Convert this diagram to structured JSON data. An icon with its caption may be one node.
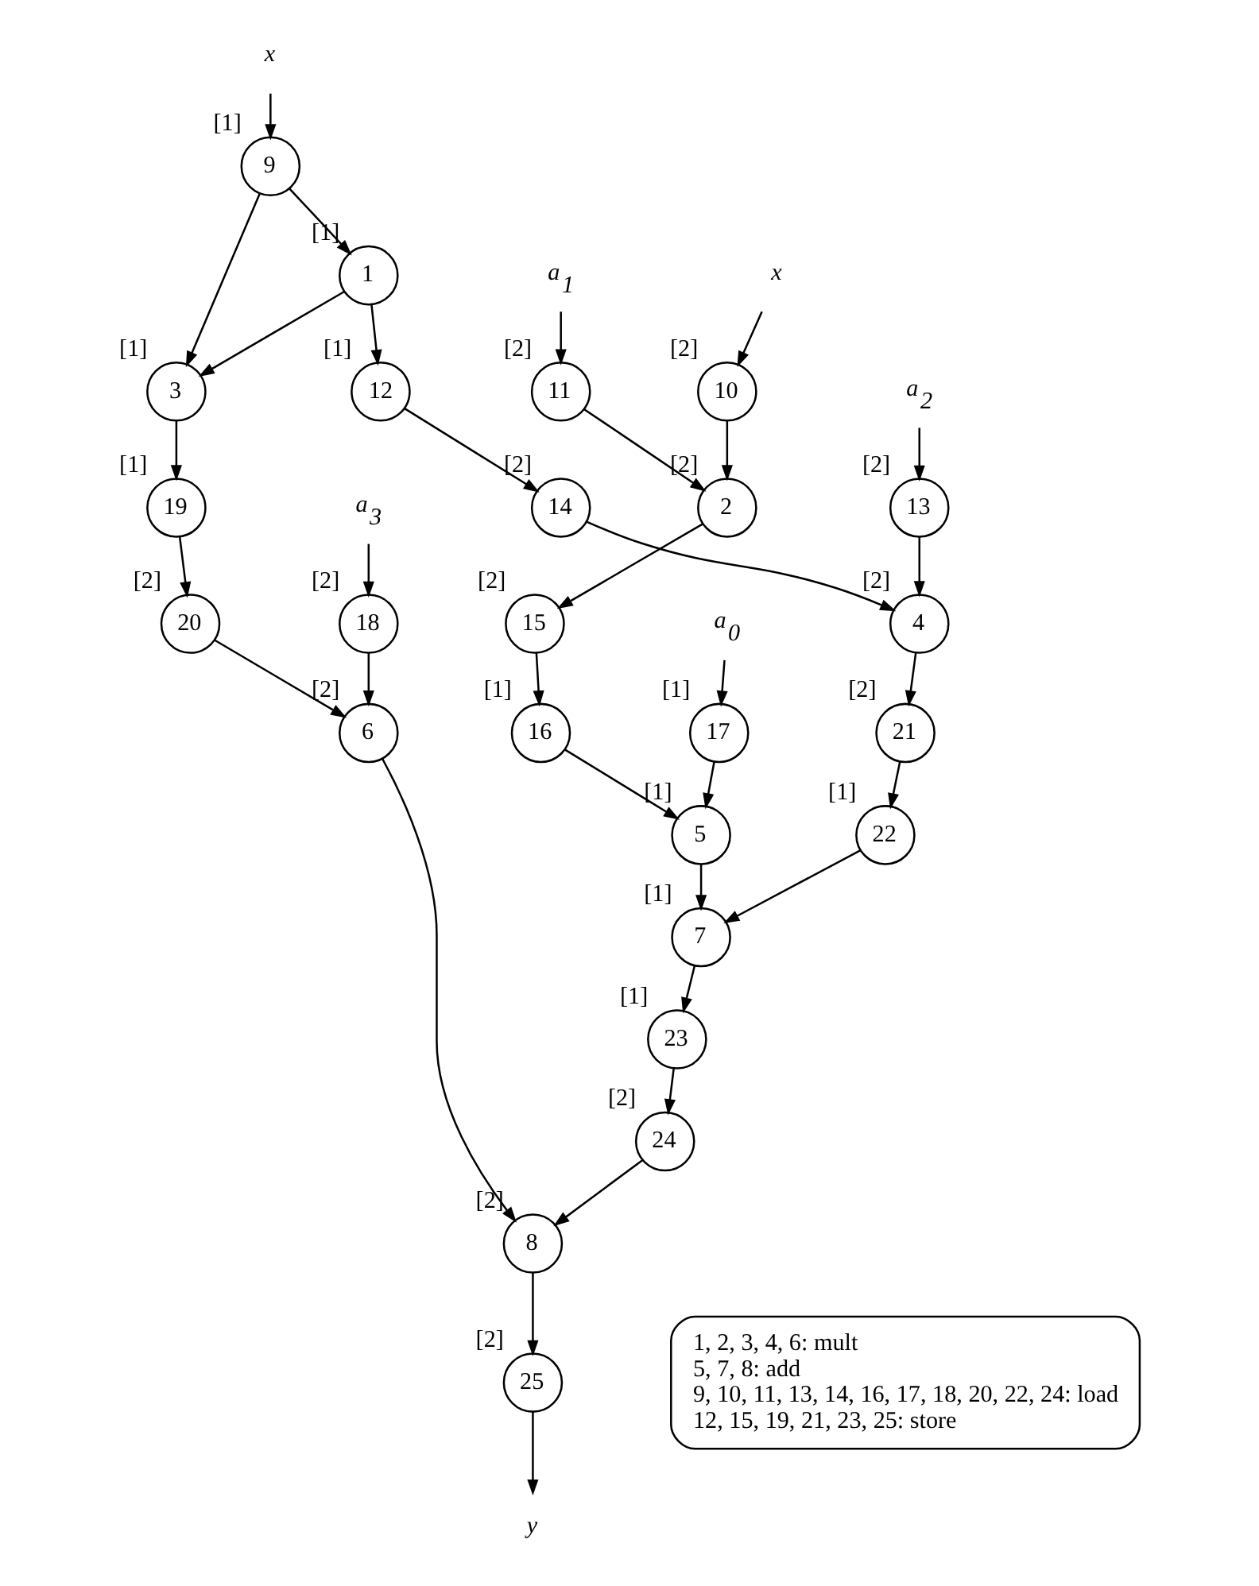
{
  "diagram": {
    "nodes": [
      {
        "text": [
          "x"
        ]
      },
      {
        "text": [
          "9"
        ],
        "beside": [
          "[1]"
        ]
      },
      {
        "text": [
          "1"
        ],
        "beside": [
          "[1]"
        ]
      },
      {
        "text": [
          "x"
        ]
      },
      {
        "text": [
          "a$_{1}$"
        ]
      },
      {
        "text": [
          "10"
        ],
        "beside": [
          "[2]"
        ]
      },
      {
        "text": [
          "11"
        ],
        "beside": [
          "[2]"
        ]
      },
      {
        "text": [
          "2"
        ],
        "beside": [
          "[2]"
        ]
      },
      {
        "text": [
          "a$_{2}$"
        ]
      },
      {
        "text": [
          "12"
        ],
        "beside": [
          "[1]"
        ]
      },
      {
        "text": [
          "13"
        ],
        "beside": [
          "[2]"
        ]
      },
      {
        "text": [
          "3"
        ],
        "beside": [
          "[1]"
        ]
      },
      {
        "text": [
          "14"
        ],
        "beside": [
          "[2]"
        ]
      },
      {
        "text": [
          "15"
        ],
        "beside": [
          "[2]"
        ]
      },
      {
        "text": [
          "a$_{0}$"
        ]
      },
      {
        "text": [
          "17"
        ],
        "beside": [
          "[1]"
        ]
      },
      {
        "text": [
          "4"
        ],
        "beside": [
          "[2]"
        ]
      },
      {
        "text": [
          "16"
        ],
        "beside": [
          "[1]"
        ]
      },
      {
        "text": [
          "a$_{3}$"
        ]
      },
      {
        "text": [
          "19"
        ],
        "beside": [
          "[1]"
        ]
      },
      {
        "text": [
          "21"
        ],
        "beside": [
          "[2]"
        ]
      },
      {
        "text": [
          "18"
        ],
        "beside": [
          "[2]"
        ]
      },
      {
        "text": [
          "5"
        ],
        "beside": [
          "[1]"
        ]
      },
      {
        "text": [
          "22"
        ],
        "beside": [
          "[1]"
        ]
      },
      {
        "text": [
          "20"
        ],
        "beside": [
          "[2]"
        ]
      },
      {
        "text": [
          "7"
        ],
        "beside": [
          "[1]"
        ]
      },
      {
        "text": [
          "6"
        ],
        "beside": [
          "[2]"
        ]
      },
      {
        "text": [
          "23"
        ],
        "beside": [
          "[1]"
        ]
      },
      {
        "text": [
          "24"
        ],
        "beside": [
          "[2]"
        ]
      },
      {
        "text": [
          "8"
        ],
        "beside": [
          "[2]"
        ]
      },
      {
        "text": [
          "1, 2, 3, 4, 6: mult",
          "5, 7, 8: add",
          "9, 10, 11, 13, 14, 16, 17, 18, 20, 22, 24: load",
          "12, 15, 19, 21, 23, 25: store"
        ]
      },
      {
        "text": [
          "25"
        ],
        "beside": [
          "[2]"
        ]
      },
      {
        "text": [
          "y"
        ]
      }
    ],
    "edges": [
      {
        "from": 0,
        "to": 1,
        "arrow": "to"
      },
      {
        "from": 1,
        "to": 2,
        "arrow": "to"
      },
      {
        "from": 1,
        "to": 11,
        "arrow": "to"
      },
      {
        "from": 2,
        "to": 11,
        "arrow": "to"
      },
      {
        "from": 2,
        "to": 9,
        "arrow": "to"
      },
      {
        "from": 9,
        "to": 12,
        "arrow": "to"
      },
      {
        "from": 8,
        "to": 10,
        "arrow": "to"
      },
      {
        "from": 10,
        "to": 16,
        "arrow": "to"
      },
      {
        "from": 12,
        "to": 16,
        "arrow": "to"
      },
      {
        "from": 11,
        "to": 19,
        "arrow": "to"
      },
      {
        "from": 16,
        "to": 20,
        "arrow": "to"
      },
      {
        "from": 20,
        "to": 23,
        "arrow": "to"
      },
      {
        "from": 23,
        "to": 25,
        "arrow": "to"
      },
      {
        "from": 3,
        "to": 5,
        "arrow": "to"
      },
      {
        "from": 4,
        "to": 6,
        "arrow": "to"
      },
      {
        "from": 5,
        "to": 7,
        "arrow": "to"
      },
      {
        "from": 6,
        "to": 7,
        "arrow": "to"
      },
      {
        "from": 7,
        "to": 13,
        "arrow": "to"
      },
      {
        "from": 13,
        "to": 17,
        "arrow": "to"
      },
      {
        "from": 17,
        "to": 22,
        "arrow": "to"
      },
      {
        "from": 14,
        "to": 15,
        "arrow": "to"
      },
      {
        "from": 15,
        "to": 22,
        "arrow": "to"
      },
      {
        "from": 22,
        "to": 25,
        "arrow": "to"
      },
      {
        "from": 18,
        "to": 21,
        "arrow": "to"
      },
      {
        "from": 21,
        "to": 26,
        "arrow": "to"
      },
      {
        "from": 19,
        "to": 24,
        "arrow": "to"
      },
      {
        "from": 24,
        "to": 26,
        "arrow": "to"
      },
      {
        "from": 26,
        "to": 29,
        "arrow": "to"
      },
      {
        "from": 25,
        "to": 27,
        "arrow": "to"
      },
      {
        "from": 27,
        "to": 28,
        "arrow": "to"
      },
      {
        "from": 28,
        "to": 29,
        "arrow": "to"
      },
      {
        "from": 29,
        "to": 31,
        "arrow": "to"
      },
      {
        "from": 31,
        "to": 32,
        "arrow": "to"
      }
    ]
  }
}
